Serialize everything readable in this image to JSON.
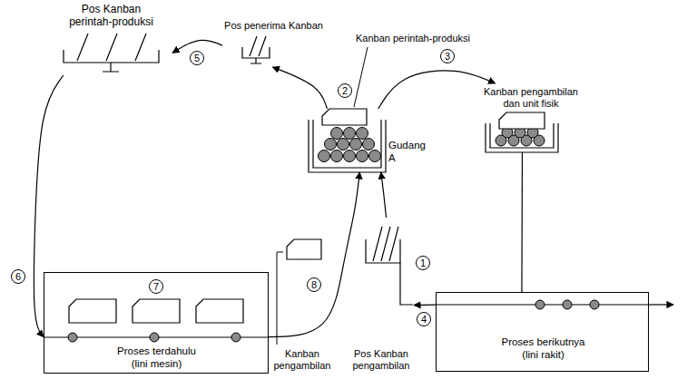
{
  "diagram": {
    "nodes": [
      {
        "text": [
          "Pos Kanban perintah-produksi"
        ]
      },
      {
        "text": [
          "Pos penerima Kanban"
        ]
      },
      {
        "text": [
          "Gudang A"
        ]
      },
      {
        "text": [
          "Kanban pengambilan dan unit fisik"
        ]
      },
      {
        "text": [
          "Proses terdahulu (lini mesin)"
        ]
      },
      {
        "text": [
          "Pos Kanban pengambilan"
        ]
      },
      {
        "text": [
          "Proses berikutnya (lini rakit)"
        ]
      }
    ],
    "edges": [
      {
        "from": 2,
        "to": 1,
        "arrow": "to"
      },
      {
        "from": 1,
        "to": 0,
        "arrow": "to"
      },
      {
        "from": 0,
        "to": 4,
        "arrow": "to"
      },
      {
        "from": 4,
        "to": 2,
        "arrow": "to"
      },
      {
        "from": 2,
        "to": 3,
        "arrow": "to"
      },
      {
        "from": 3,
        "to": 6,
        "arrow": "none"
      },
      {
        "from": 6,
        "to": 5,
        "arrow": "to"
      },
      {
        "from": 5,
        "to": 2,
        "arrow": "to"
      }
    ],
    "labels": [
      "5",
      "Kanban perintah-produksi",
      "3",
      "2",
      "1",
      "7",
      "6",
      "8",
      "4",
      "Kanban pengambilan"
    ]
  }
}
